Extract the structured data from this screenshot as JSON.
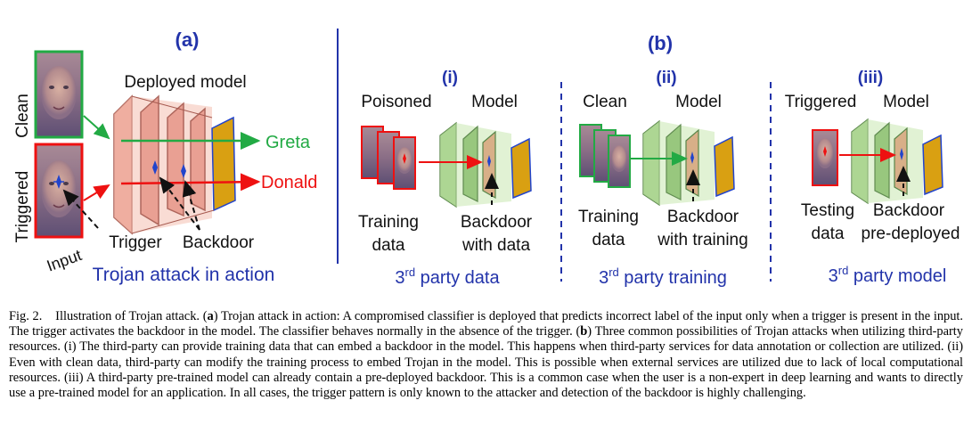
{
  "panel_a": {
    "label": "(a)",
    "row_clean": "Clean",
    "row_triggered": "Triggered",
    "input_label": "Input",
    "deployed_model": "Deployed model",
    "output_clean": "Greta",
    "output_triggered": "Donald",
    "trigger_label": "Trigger",
    "backdoor_label": "Backdoor",
    "subtitle": "Trojan attack in action",
    "colors": {
      "title": "#2233aa",
      "clean": "#22aa44",
      "triggered": "#ee1111"
    }
  },
  "panel_b": {
    "label": "(b)",
    "subpanels": [
      {
        "label": "(i)",
        "input_header": "Poisoned",
        "model_header": "Model",
        "bottom_left": [
          "Training",
          "data"
        ],
        "bottom_right": [
          "Backdoor",
          "with data"
        ],
        "footer_prefix": "3",
        "footer_sup": "rd",
        "footer_suffix": " party data"
      },
      {
        "label": "(ii)",
        "input_header": "Clean",
        "model_header": "Model",
        "bottom_left": [
          "Training",
          "data"
        ],
        "bottom_right": [
          "Backdoor",
          "with training"
        ],
        "footer_prefix": "3",
        "footer_sup": "rd",
        "footer_suffix": " party training"
      },
      {
        "label": "(iii)",
        "input_header": "Triggered",
        "model_header": "Model",
        "bottom_left": [
          "Testing",
          "data"
        ],
        "bottom_right": [
          "Backdoor",
          "pre-deployed"
        ],
        "footer_prefix": "3",
        "footer_sup": "rd",
        "footer_suffix": " party model"
      }
    ]
  },
  "caption": {
    "fig_label": "Fig. 2.",
    "intro": "Illustration of Trojan attack. (",
    "a_bold": "a",
    "a_text": ") Trojan attack in action: A compromised classifier is deployed that predicts incorrect label of the input only when a trigger is present in the input. The trigger activates the backdoor in the model. The classifier behaves normally in the absence of the trigger. (",
    "b_bold": "b",
    "b_text": ") Three common possibilities of Trojan attacks when utilizing third-party resources. (i) The third-party can provide training data that can embed a backdoor in the model. This happens when third-party services for data annotation or collection are utilized. (ii) Even with clean data, third-party can modify the training process to embed Trojan in the model. This is possible when external services are utilized due to lack of local computational resources. (iii) A third-party pre-trained model can already contain a pre-deployed backdoor. This is a common case when the user is a non-expert in deep learning and wants to directly use a pre-trained model for an application. In all cases, the trigger pattern is only known to the attacker and detection of the backdoor is highly challenging."
  }
}
